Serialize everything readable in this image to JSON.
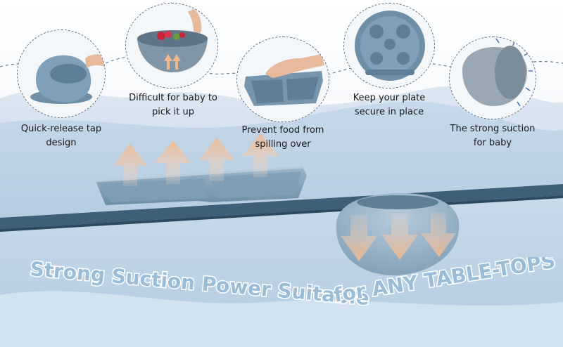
{
  "features": [
    {
      "id": "quick-release",
      "lines": [
        "Quick-release tap",
        "design"
      ]
    },
    {
      "id": "difficult-pickup",
      "lines": [
        "Difficult for baby to",
        "pick it up"
      ]
    },
    {
      "id": "prevent-spill",
      "lines": [
        "Prevent food from",
        "spilling over"
      ]
    },
    {
      "id": "keep-secure",
      "lines": [
        "Keep your plate",
        "secure in place"
      ]
    },
    {
      "id": "strong-suction",
      "lines": [
        "The strong suction",
        "for baby"
      ]
    }
  ],
  "headline": {
    "part1": "Strong Suction Power Suitable",
    "part2": "for ANY TABLE-TOPS"
  },
  "colors": {
    "sky": "#dbe7f2",
    "wave": "#a9c4dc",
    "table": "#3d6078",
    "plate": "#7f9fb6",
    "arrow": "#f3c7a6",
    "headline_fill": "#9bbcd6",
    "headline_stroke": "#ffffff"
  }
}
